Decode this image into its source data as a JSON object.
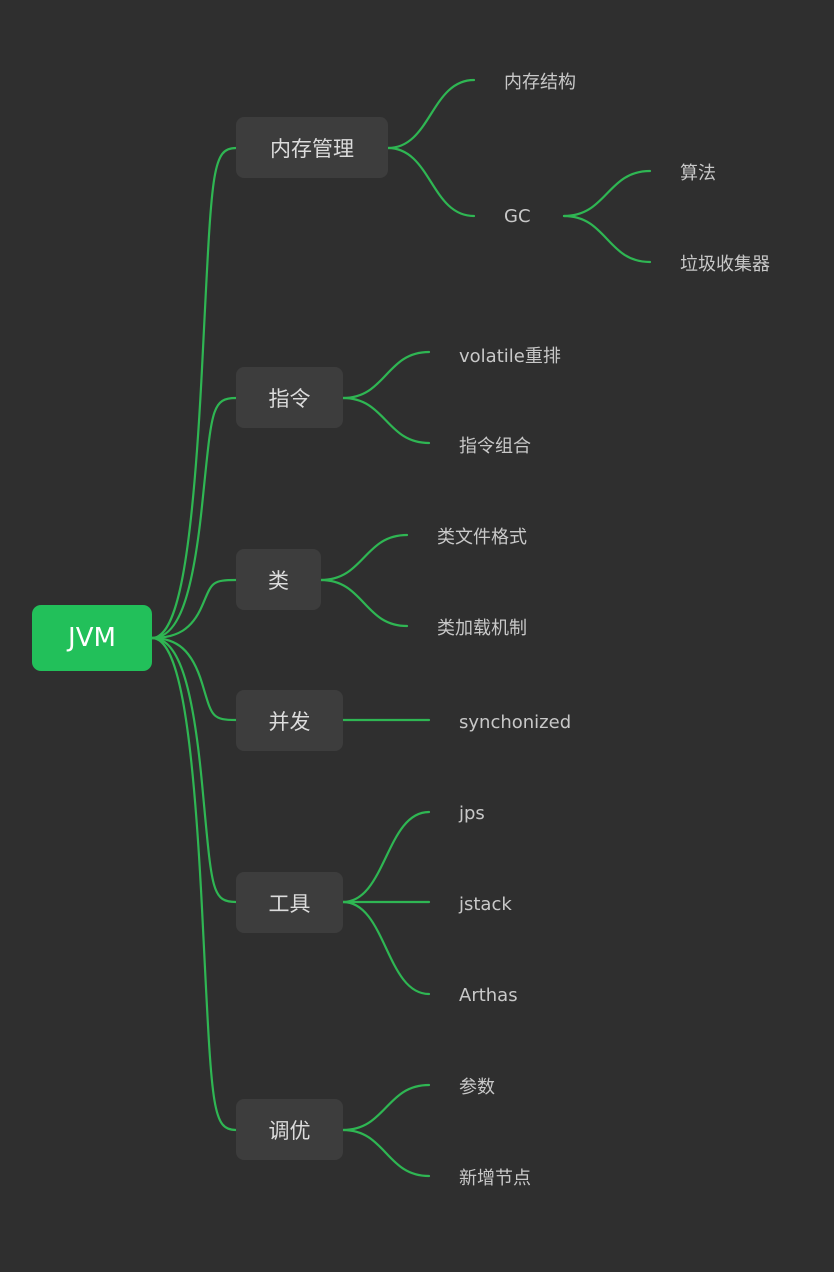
{
  "theme": {
    "background": "#2f2f2f",
    "line_color": "#2fb653",
    "root_fill": "#22c05a",
    "root_text": "#ffffff",
    "branch_fill": "#3d3d3d",
    "branch_text": "#dcdcdc",
    "leaf_text": "#c8c8c8"
  },
  "mindmap": {
    "root": {
      "label": "JVM",
      "children": [
        {
          "label": "内存管理",
          "children": [
            {
              "label": "内存结构"
            },
            {
              "label": "GC",
              "children": [
                {
                  "label": "算法"
                },
                {
                  "label": "垃圾收集器"
                }
              ]
            }
          ]
        },
        {
          "label": "指令",
          "children": [
            {
              "label": "volatile重排"
            },
            {
              "label": "指令组合"
            }
          ]
        },
        {
          "label": "类",
          "children": [
            {
              "label": "类文件格式"
            },
            {
              "label": "类加载机制"
            }
          ]
        },
        {
          "label": "并发",
          "children": [
            {
              "label": "synchonized"
            }
          ]
        },
        {
          "label": "工具",
          "children": [
            {
              "label": "jps"
            },
            {
              "label": "jstack"
            },
            {
              "label": "Arthas"
            }
          ]
        },
        {
          "label": "调优",
          "children": [
            {
              "label": "参数"
            },
            {
              "label": "新增节点"
            }
          ]
        }
      ]
    }
  }
}
